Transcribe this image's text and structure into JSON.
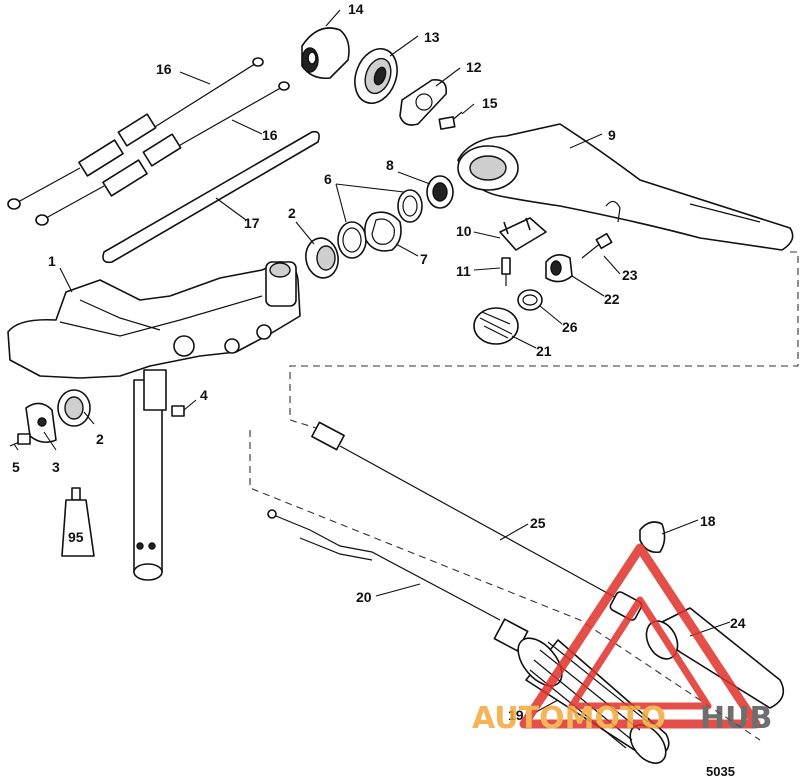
{
  "diagram": {
    "callouts": [
      "1",
      "2",
      "2",
      "3",
      "4",
      "5",
      "6",
      "7",
      "8",
      "9",
      "10",
      "11",
      "12",
      "13",
      "14",
      "15",
      "16",
      "16",
      "17",
      "18",
      "19",
      "20",
      "21",
      "22",
      "23",
      "24",
      "25",
      "26"
    ],
    "document_number": "5035",
    "sealant_label": "95"
  },
  "watermark": {
    "text_left": "AUTOMOTO",
    "text_right": "HUB",
    "colors": {
      "primary": "#e0322a",
      "secondary": "#f2a93b",
      "grey": "#555555"
    }
  }
}
